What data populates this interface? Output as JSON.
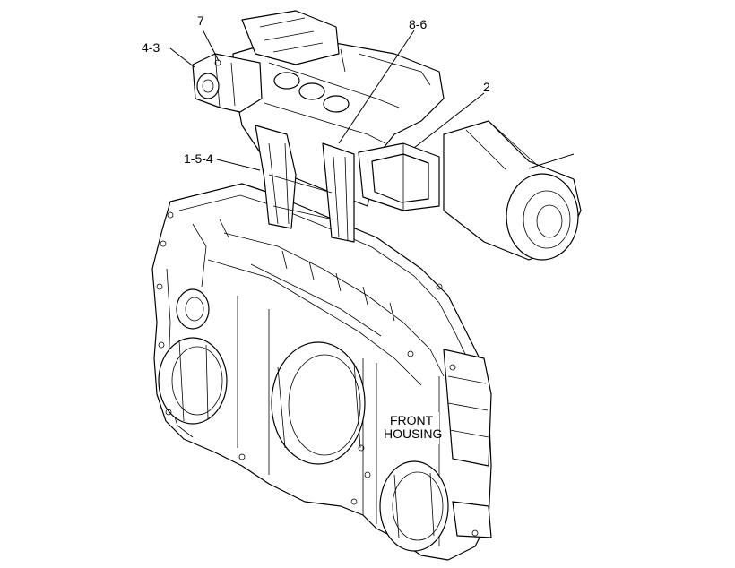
{
  "callouts": {
    "c7": "7",
    "c4_3": "4-3",
    "c8_6": "8-6",
    "c2": "2",
    "c1_5_4": "1-5-4"
  },
  "front_housing": {
    "line1": "FRONT",
    "line2": "HOUSING"
  }
}
